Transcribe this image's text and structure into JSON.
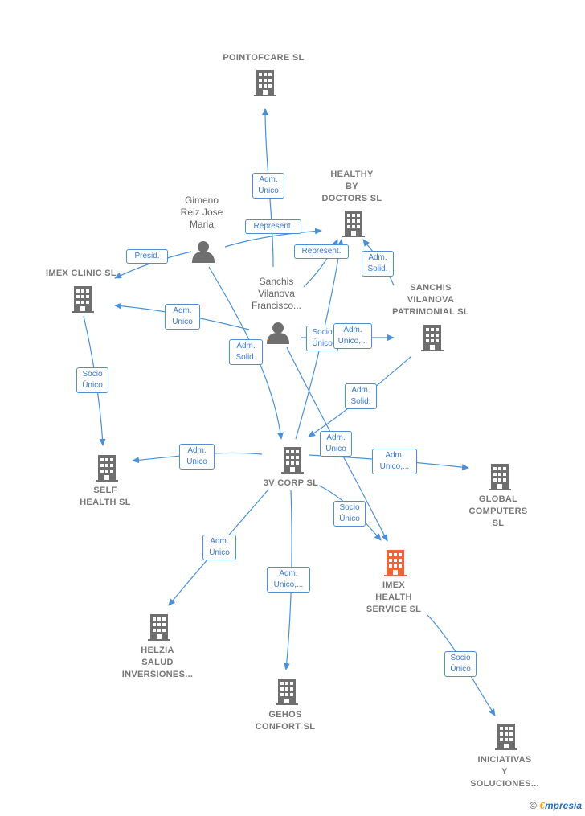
{
  "colors": {
    "edge": "#4a90d9",
    "company": "#6f6f6f",
    "focus": "#f0643c",
    "person": "#6f6f6f"
  },
  "nodes": {
    "pointofcare": {
      "label": "POINTOFCARE SL",
      "type": "company"
    },
    "healthy": {
      "label": "HEALTHY\nBY\nDOCTORS  SL",
      "type": "company"
    },
    "gimeno": {
      "label": "Gimeno\nReiz Jose\nMaria",
      "type": "person"
    },
    "imex_clinic": {
      "label": "IMEX CLINIC SL",
      "type": "company"
    },
    "sanchis": {
      "label": "Sanchis\nVilanova\nFrancisco...",
      "type": "person"
    },
    "sanchis_patrimonial": {
      "label": "SANCHIS\nVILANOVA\nPATRIMONIAL SL",
      "type": "company"
    },
    "self_health": {
      "label": "SELF\nHEALTH  SL",
      "type": "company"
    },
    "corp3v": {
      "label": "3V CORP  SL",
      "type": "company"
    },
    "global": {
      "label": "GLOBAL\nCOMPUTERS\nSL",
      "type": "company"
    },
    "imex_health": {
      "label": "IMEX\nHEALTH\nSERVICE  SL",
      "type": "focus"
    },
    "helzia": {
      "label": "HELZIA\nSALUD\nINVERSIONES...",
      "type": "company"
    },
    "gehos": {
      "label": "GEHOS\nCONFORT SL",
      "type": "company"
    },
    "iniciativas": {
      "label": "INICIATIVAS\nY\nSOLUCIONES...",
      "type": "company"
    }
  },
  "edges": [
    {
      "from": "sanchis",
      "to": "pointofcare",
      "label": "Adm.\nUnico"
    },
    {
      "from": "gimeno",
      "to": "healthy",
      "label": "Represent."
    },
    {
      "from": "gimeno",
      "to": "imex_clinic",
      "label": "Presid."
    },
    {
      "from": "sanchis",
      "to": "healthy",
      "label": "Represent."
    },
    {
      "from": "sanchis_patrimonial",
      "to": "healthy",
      "label": "Adm.\nSolid."
    },
    {
      "from": "sanchis",
      "to": "imex_clinic",
      "label": "Adm.\nUnico"
    },
    {
      "from": "gimeno",
      "to": "corp3v",
      "label": "Adm.\nSolid."
    },
    {
      "from": "corp3v",
      "to": "healthy",
      "label": "Socio\nÚnico"
    },
    {
      "from": "sanchis",
      "to": "sanchis_patrimonial",
      "label": "Adm.\nUnico,..."
    },
    {
      "from": "imex_clinic",
      "to": "self_health",
      "label": "Socio\nÚnico"
    },
    {
      "from": "sanchis_patrimonial",
      "to": "corp3v",
      "label": "Adm.\nSolid."
    },
    {
      "from": "sanchis",
      "to": "imex_health",
      "label": "Adm.\nUnico"
    },
    {
      "from": "corp3v",
      "to": "self_health",
      "label": "Adm.\nUnico"
    },
    {
      "from": "corp3v",
      "to": "global",
      "label": "Adm.\nUnico,..."
    },
    {
      "from": "corp3v",
      "to": "imex_health",
      "label": "Socio\nÚnico"
    },
    {
      "from": "corp3v",
      "to": "helzia",
      "label": "Adm.\nUnico"
    },
    {
      "from": "corp3v",
      "to": "gehos",
      "label": "Adm.\nUnico,..."
    },
    {
      "from": "imex_health",
      "to": "iniciativas",
      "label": "Socio\nÚnico"
    }
  ],
  "footer": {
    "copyright": "©",
    "brand_first": "€",
    "brand_rest": "mpresia"
  }
}
